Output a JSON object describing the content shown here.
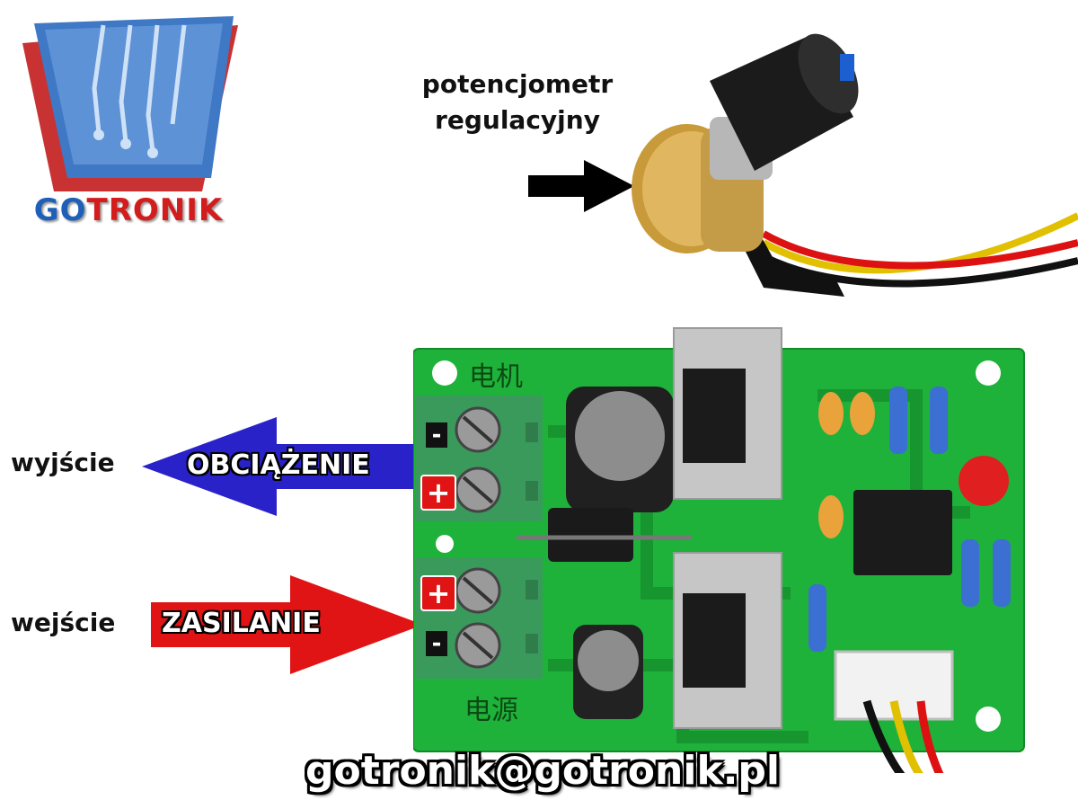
{
  "logo": {
    "brand_part1": "GO",
    "brand_part2": "TRONIK"
  },
  "labels": {
    "potentiometer": "potencjometr regulacyjny",
    "output_side": "wyjście",
    "output_arrow": "OBCIĄŻENIE",
    "input_side": "wejście",
    "input_arrow": "ZASILANIE",
    "minus": "-",
    "plus": "+"
  },
  "board": {
    "silk_motor": "电机",
    "silk_power": "电源"
  },
  "contact": {
    "email": "gotronik@gotronik.pl"
  },
  "colors": {
    "pcb": "#1fb23a",
    "terminal": "#3a9a5c",
    "output_arrow": "#2a22c9",
    "input_arrow": "#e01414",
    "logo_blue": "#1f5fb8",
    "logo_red": "#d31d1d"
  }
}
